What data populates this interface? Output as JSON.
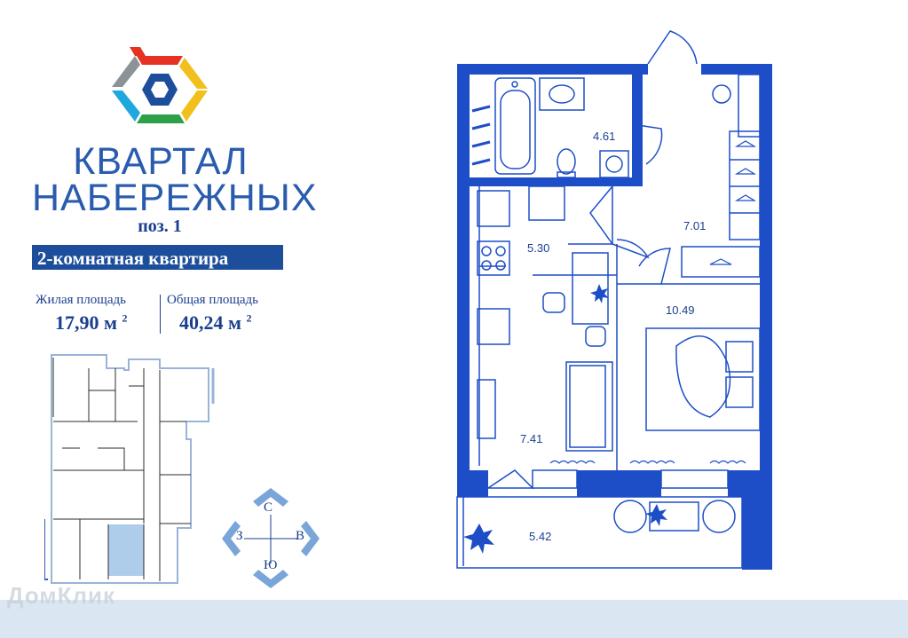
{
  "brand": {
    "title_line1": "КВАРТАЛ",
    "title_line2": "НАБЕРЕЖНЫХ",
    "position": "поз. 1",
    "apartment_type": "2-комнатная квартира"
  },
  "areas": {
    "living_label": "Жилая площадь",
    "living_value": "17,90 м",
    "total_label": "Общая площадь",
    "total_value": "40,24 м",
    "unit_power": "2"
  },
  "compass": {
    "north": "С",
    "south": "Ю",
    "west": "З",
    "east": "В"
  },
  "rooms": [
    {
      "name": "bathroom",
      "area": "4.61"
    },
    {
      "name": "hallway",
      "area": "7.01"
    },
    {
      "name": "kitchen",
      "area": "5.30"
    },
    {
      "name": "bedroom",
      "area": "10.49"
    },
    {
      "name": "living-room",
      "area": "7.41"
    },
    {
      "name": "balcony",
      "area": "5.42"
    }
  ],
  "watermark": "ДомКлик",
  "colors": {
    "wall": "#1d4ec7",
    "brand": "#1d4e9c",
    "highlight": "#aecdea",
    "footer": "#dbe6f3"
  },
  "icons": [
    "logo-hexagon-icon",
    "compass-arrows-icon",
    "bathtub-icon",
    "sink-icon",
    "toilet-icon",
    "washing-machine-icon",
    "stove-icon",
    "bed-icon",
    "sofa-icon",
    "table-chairs-icon",
    "hanger-icon",
    "snowflake-plant-icon"
  ]
}
